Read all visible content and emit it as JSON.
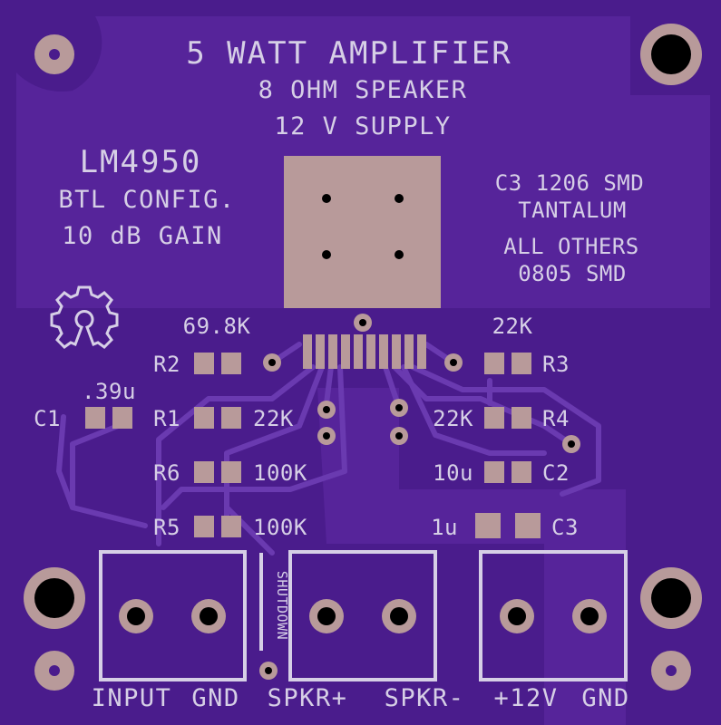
{
  "board": {
    "title": [
      "5 WATT AMPLIFIER",
      "8 OHM SPEAKER",
      "12 V SUPPLY"
    ],
    "chip_info": [
      "LM4950",
      "BTL CONFIG.",
      "10 dB GAIN"
    ],
    "capacitor_note": [
      "C3 1206 SMD",
      "TANTALUM",
      "ALL OTHERS",
      "0805 SMD"
    ],
    "shutdown_label": "SHUTDOWN",
    "connectors": {
      "input": "INPUT",
      "input_gnd": "GND",
      "spkr_plus": "SPKR+",
      "spkr_minus": "SPKR-",
      "supply": "+12V",
      "supply_gnd": "GND"
    },
    "components": {
      "r2": {
        "ref": "R2",
        "value": "69.8K"
      },
      "r3": {
        "ref": "R3",
        "value": "22K"
      },
      "c1": {
        "ref": "C1",
        "value": ".39u"
      },
      "r1": {
        "ref": "R1",
        "value": "22K"
      },
      "r4": {
        "ref": "R4",
        "value": "22K"
      },
      "r6": {
        "ref": "R6",
        "value": "100K"
      },
      "c2": {
        "ref": "C2",
        "value": "10u"
      },
      "r5": {
        "ref": "R5",
        "value": "100K"
      },
      "c3": {
        "ref": "C3",
        "value": "1u"
      }
    },
    "colors": {
      "board": "#4a1c8c",
      "copper_fill": "#56249a",
      "trace": "#6a3ab0",
      "pad": "#b89a9a",
      "silkscreen": "#d6cfe6",
      "drill": "#000000"
    },
    "icons": [
      "gear-logo-icon"
    ]
  }
}
